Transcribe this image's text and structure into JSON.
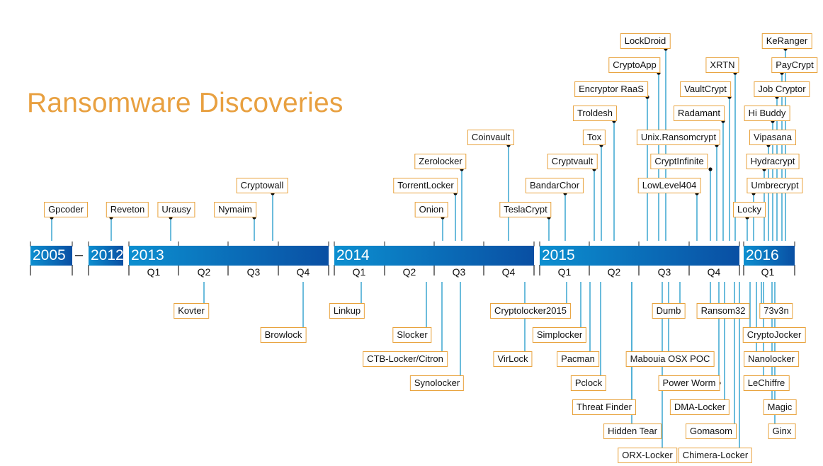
{
  "title": "Ransomware Discoveries",
  "years": [
    {
      "label": "2005"
    },
    {
      "label": "2012"
    },
    {
      "label": "2013"
    },
    {
      "label": "2014"
    },
    {
      "label": "2015"
    },
    {
      "label": "2016"
    }
  ],
  "separator": "–",
  "quarters": [
    "Q1",
    "Q2",
    "Q3",
    "Q4",
    "Q1",
    "Q2",
    "Q3",
    "Q4",
    "Q1",
    "Q2",
    "Q3",
    "Q4",
    "Q1"
  ],
  "above": [
    {
      "label": "Gpcoder"
    },
    {
      "label": "Reveton"
    },
    {
      "label": "Urausy"
    },
    {
      "label": "Nymaim"
    },
    {
      "label": "Cryptowall"
    },
    {
      "label": "Onion"
    },
    {
      "label": "TorrentLocker"
    },
    {
      "label": "Zerolocker"
    },
    {
      "label": "Coinvault"
    },
    {
      "label": "TeslaCrypt"
    },
    {
      "label": "BandarChor"
    },
    {
      "label": "Cryptvault"
    },
    {
      "label": "Tox"
    },
    {
      "label": "Troldesh"
    },
    {
      "label": "Encryptor RaaS"
    },
    {
      "label": "CryptoApp"
    },
    {
      "label": "LockDroid"
    },
    {
      "label": "LowLevel404"
    },
    {
      "label": "CryptInfinite"
    },
    {
      "label": "Unix.Ransomcrypt"
    },
    {
      "label": "Radamant"
    },
    {
      "label": "VaultCrypt"
    },
    {
      "label": "XRTN"
    },
    {
      "label": "Locky"
    },
    {
      "label": "Umbrecrypt"
    },
    {
      "label": "Hydracrypt"
    },
    {
      "label": "Vipasana"
    },
    {
      "label": "Hi Buddy"
    },
    {
      "label": "Job Cryptor"
    },
    {
      "label": "PayCrypt"
    },
    {
      "label": "KeRanger"
    }
  ],
  "below": [
    {
      "label": "Kovter"
    },
    {
      "label": "Browlock"
    },
    {
      "label": "Linkup"
    },
    {
      "label": "Slocker"
    },
    {
      "label": "CTB-Locker/Citron"
    },
    {
      "label": "Synolocker"
    },
    {
      "label": "VirLock"
    },
    {
      "label": "Cryptolocker2015"
    },
    {
      "label": "Simplocker"
    },
    {
      "label": "Pacman"
    },
    {
      "label": "Pclock"
    },
    {
      "label": "Threat Finder"
    },
    {
      "label": "Hidden Tear"
    },
    {
      "label": "ORX-Locker"
    },
    {
      "label": "Dumb"
    },
    {
      "label": "Mabouia OSX POC"
    },
    {
      "label": "Power Worm"
    },
    {
      "label": "DMA-Locker"
    },
    {
      "label": "Gomasom"
    },
    {
      "label": "Chimera-Locker"
    },
    {
      "label": "Ransom32"
    },
    {
      "label": "73v3n"
    },
    {
      "label": "CryptoJocker"
    },
    {
      "label": "Nanolocker"
    },
    {
      "label": "LeChiffre"
    },
    {
      "label": "Magic"
    },
    {
      "label": "Ginx"
    }
  ],
  "colors": {
    "accent": "#e8a040",
    "box_border": "#e8a23c",
    "bar_light": "#0c8fd0",
    "bar_dark": "#094fa3",
    "connector": "#3aa6d0"
  }
}
